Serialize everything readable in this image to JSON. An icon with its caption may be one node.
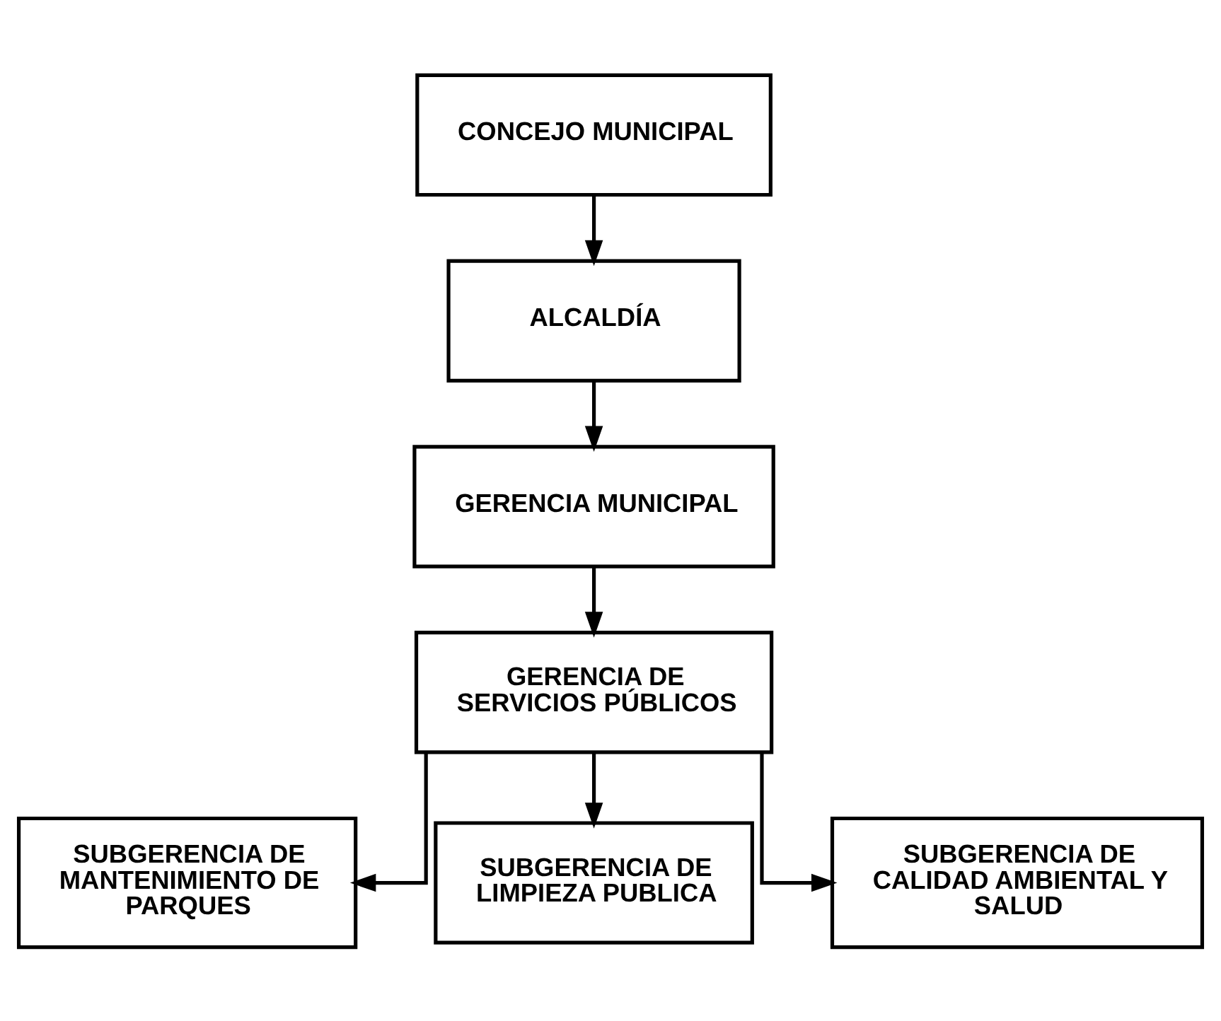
{
  "diagram": {
    "nodes": [
      {
        "text": [
          "CONCEJO MUNICIPAL"
        ]
      },
      {
        "text": [
          "ALCALDÍA"
        ]
      },
      {
        "text": [
          "GERENCIA MUNICIPAL"
        ]
      },
      {
        "text": [
          "GERENCIA DE SERVICIOS PÚBLICOS"
        ]
      },
      {
        "text": [
          "SUBGERENCIA DE MANTENIMIENTO DE PARQUES"
        ]
      },
      {
        "text": [
          "SUBGERENCIA DE LIMPIEZA PUBLICA"
        ]
      },
      {
        "text": [
          "SUBGERENCIA DE CALIDAD AMBIENTAL Y SALUD"
        ]
      }
    ],
    "edges": [
      {
        "from": 0,
        "to": 1,
        "arrow": "to"
      },
      {
        "from": 1,
        "to": 2,
        "arrow": "to"
      },
      {
        "from": 2,
        "to": 3,
        "arrow": "to"
      },
      {
        "from": 3,
        "to": 4,
        "arrow": "to"
      },
      {
        "from": 3,
        "to": 5,
        "arrow": "to"
      },
      {
        "from": 3,
        "to": 6,
        "arrow": "to"
      }
    ]
  }
}
